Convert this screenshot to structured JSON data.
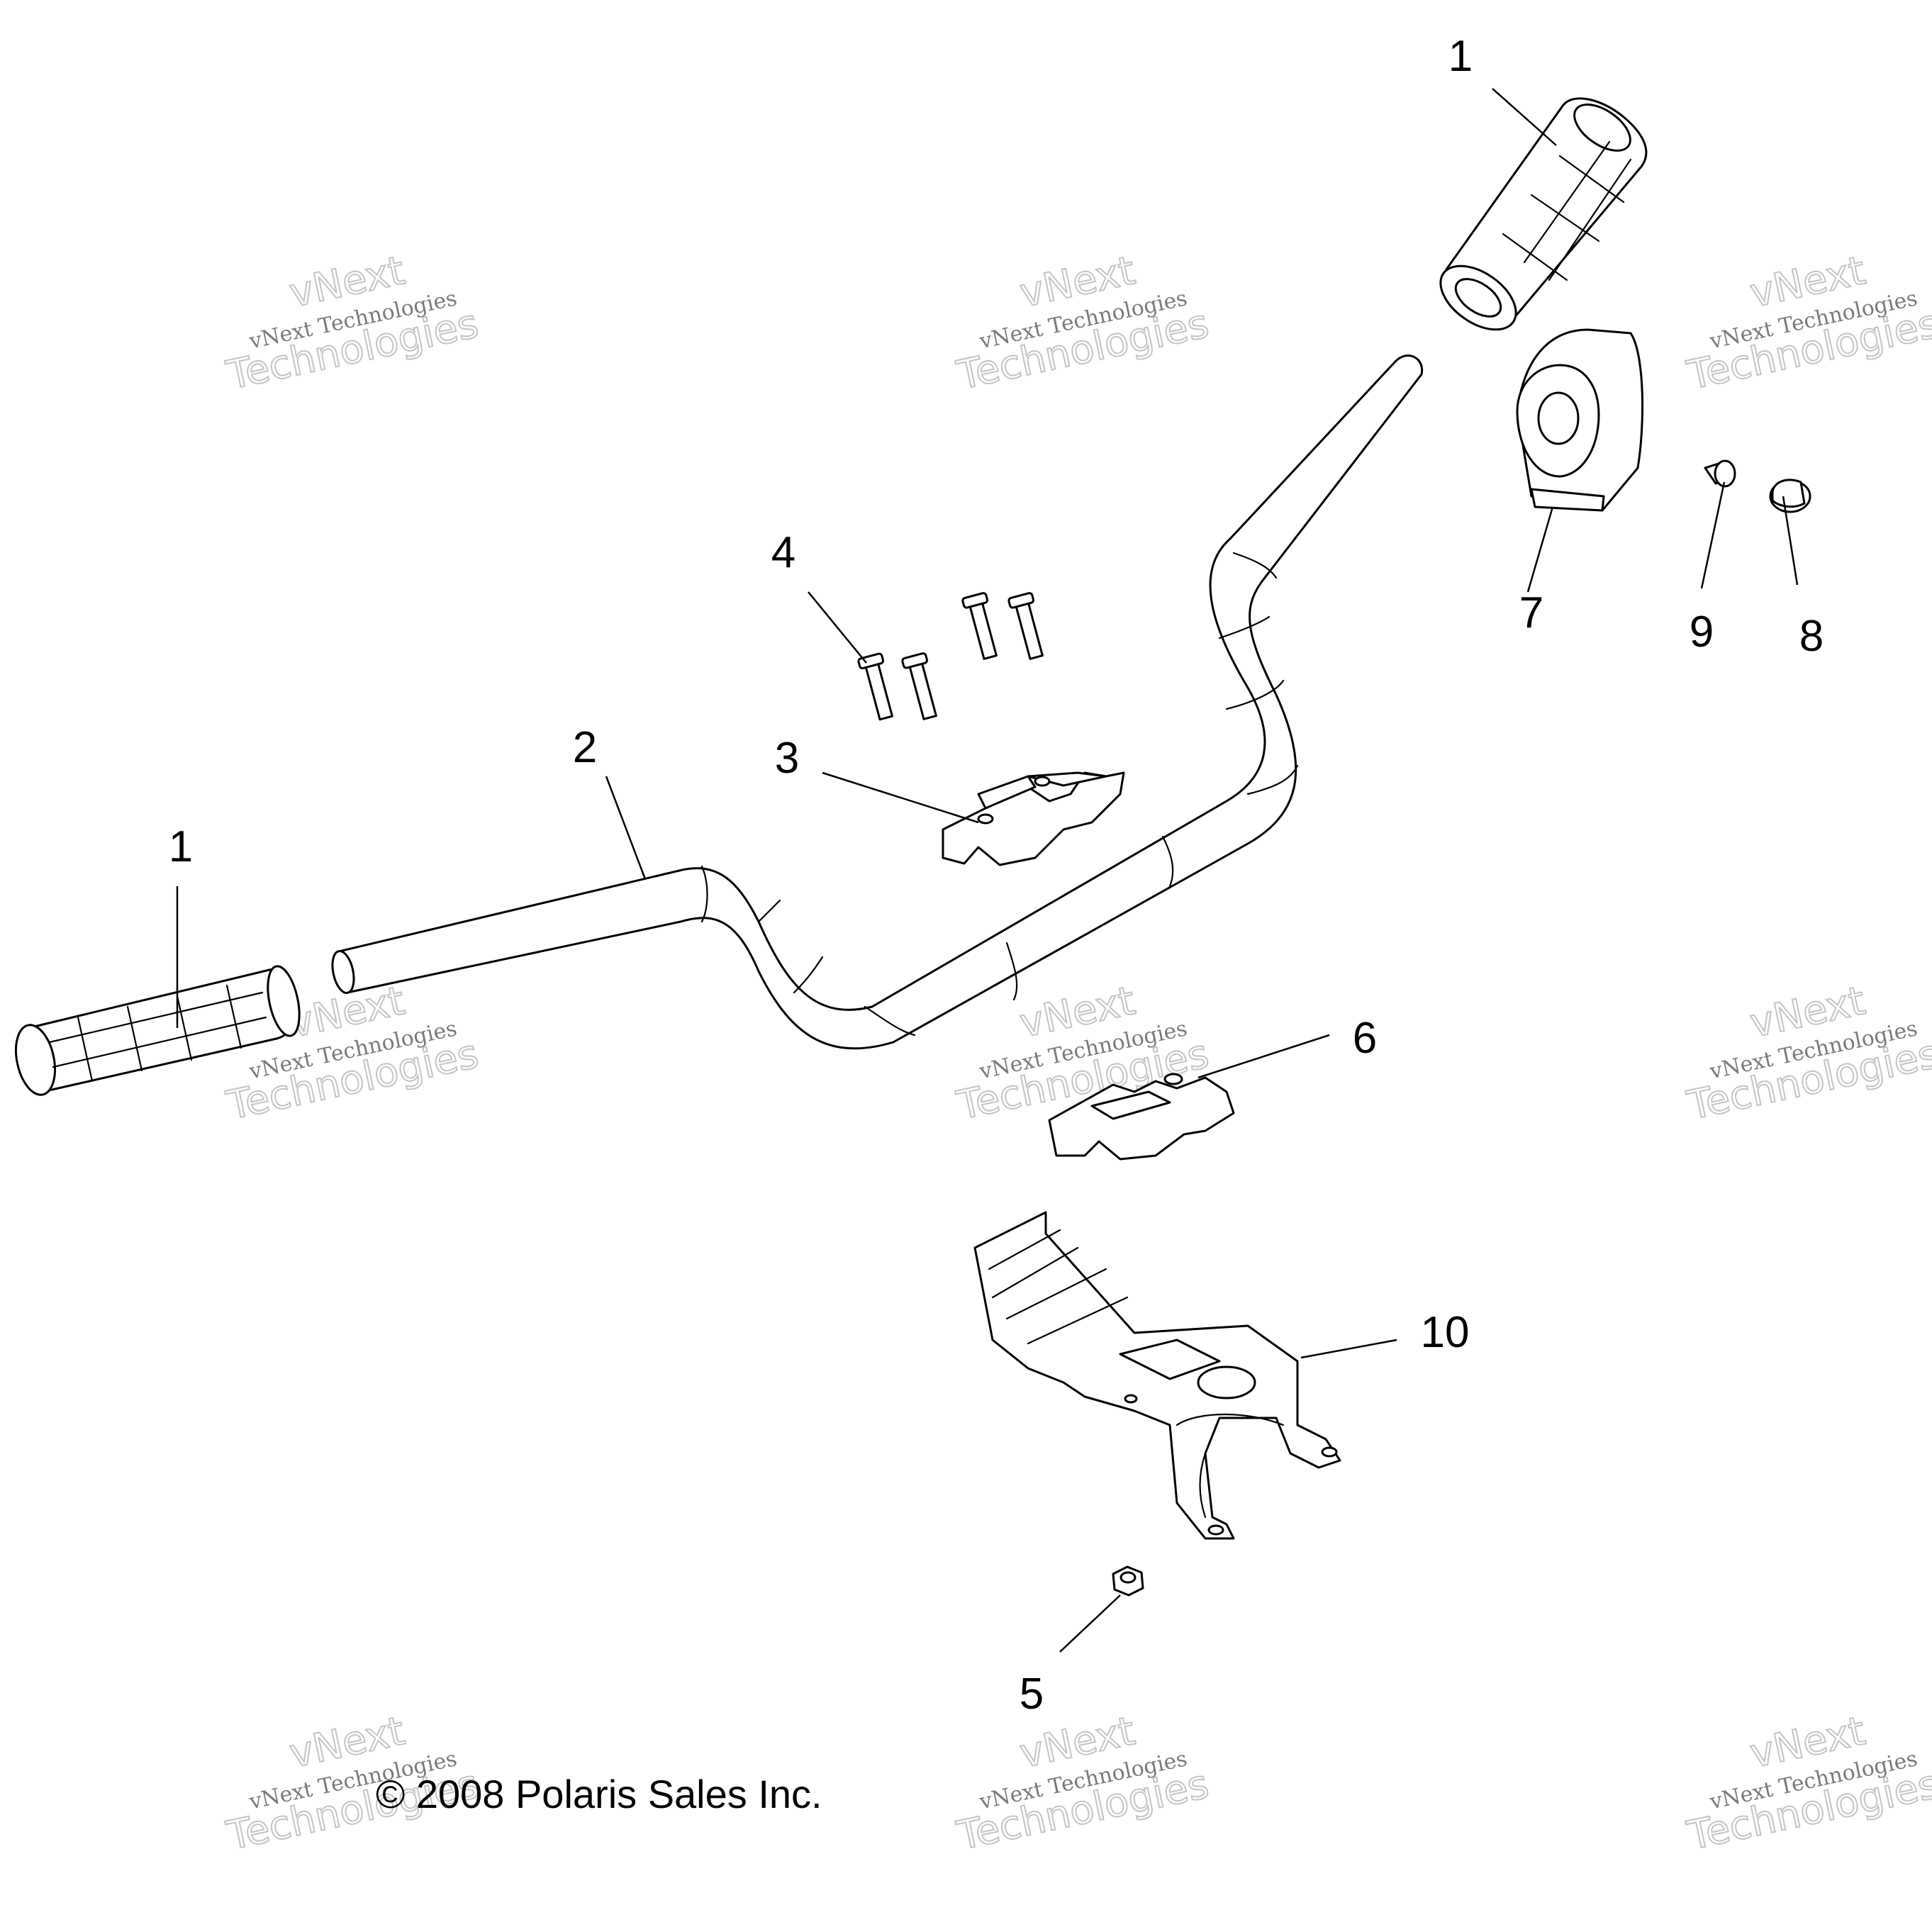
{
  "callouts": [
    {
      "id": "grip-right",
      "label": "1"
    },
    {
      "id": "grip-left",
      "label": "1"
    },
    {
      "id": "handlebar",
      "label": "2"
    },
    {
      "id": "upper-clamp",
      "label": "3"
    },
    {
      "id": "bolts",
      "label": "4"
    },
    {
      "id": "nut",
      "label": "5"
    },
    {
      "id": "lower-clamp",
      "label": "6"
    },
    {
      "id": "pad",
      "label": "7"
    },
    {
      "id": "cap",
      "label": "8"
    },
    {
      "id": "plug",
      "label": "9"
    },
    {
      "id": "bracket",
      "label": "10"
    }
  ],
  "copyright": "© 2008 Polaris Sales Inc.",
  "watermark": {
    "line1": "vNext Technologies",
    "line2_a": "vNext",
    "line2_b": "Technologies"
  }
}
